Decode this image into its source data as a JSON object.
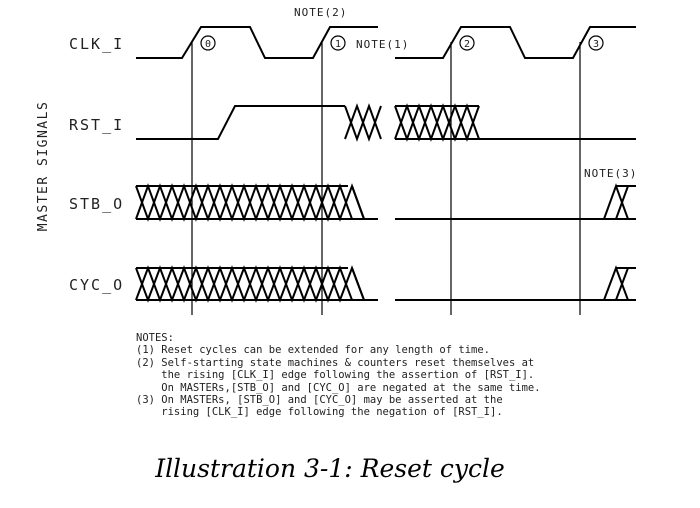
{
  "axis_label": "MASTER SIGNALS",
  "signals": {
    "clk": "CLK_I",
    "rst": "RST_I",
    "stb": "STB_O",
    "cyc": "CYC_O"
  },
  "edge_markers": {
    "m0": "0",
    "m1": "1",
    "m2": "2",
    "m3": "3"
  },
  "note_refs": {
    "note1": "NOTE(1)",
    "note2": "NOTE(2)",
    "note3": "NOTE(3)"
  },
  "notes": {
    "header": "NOTES:",
    "line1": "(1) Reset cycles can be extended for any length of time.",
    "line2": "(2) Self-starting state machines & counters reset themselves at",
    "line3": "    the rising [CLK_I] edge following the assertion of [RST_I].",
    "line4": "    On MASTERs,[STB_O] and [CYC_O] are negated at the same time.",
    "line5": "(3) On MASTERs, [STB_O] and [CYC_O] may be asserted at the",
    "line6": "    rising [CLK_I] edge following the negation of [RST_I]."
  },
  "caption": "Illustration 3-1: Reset cycle"
}
